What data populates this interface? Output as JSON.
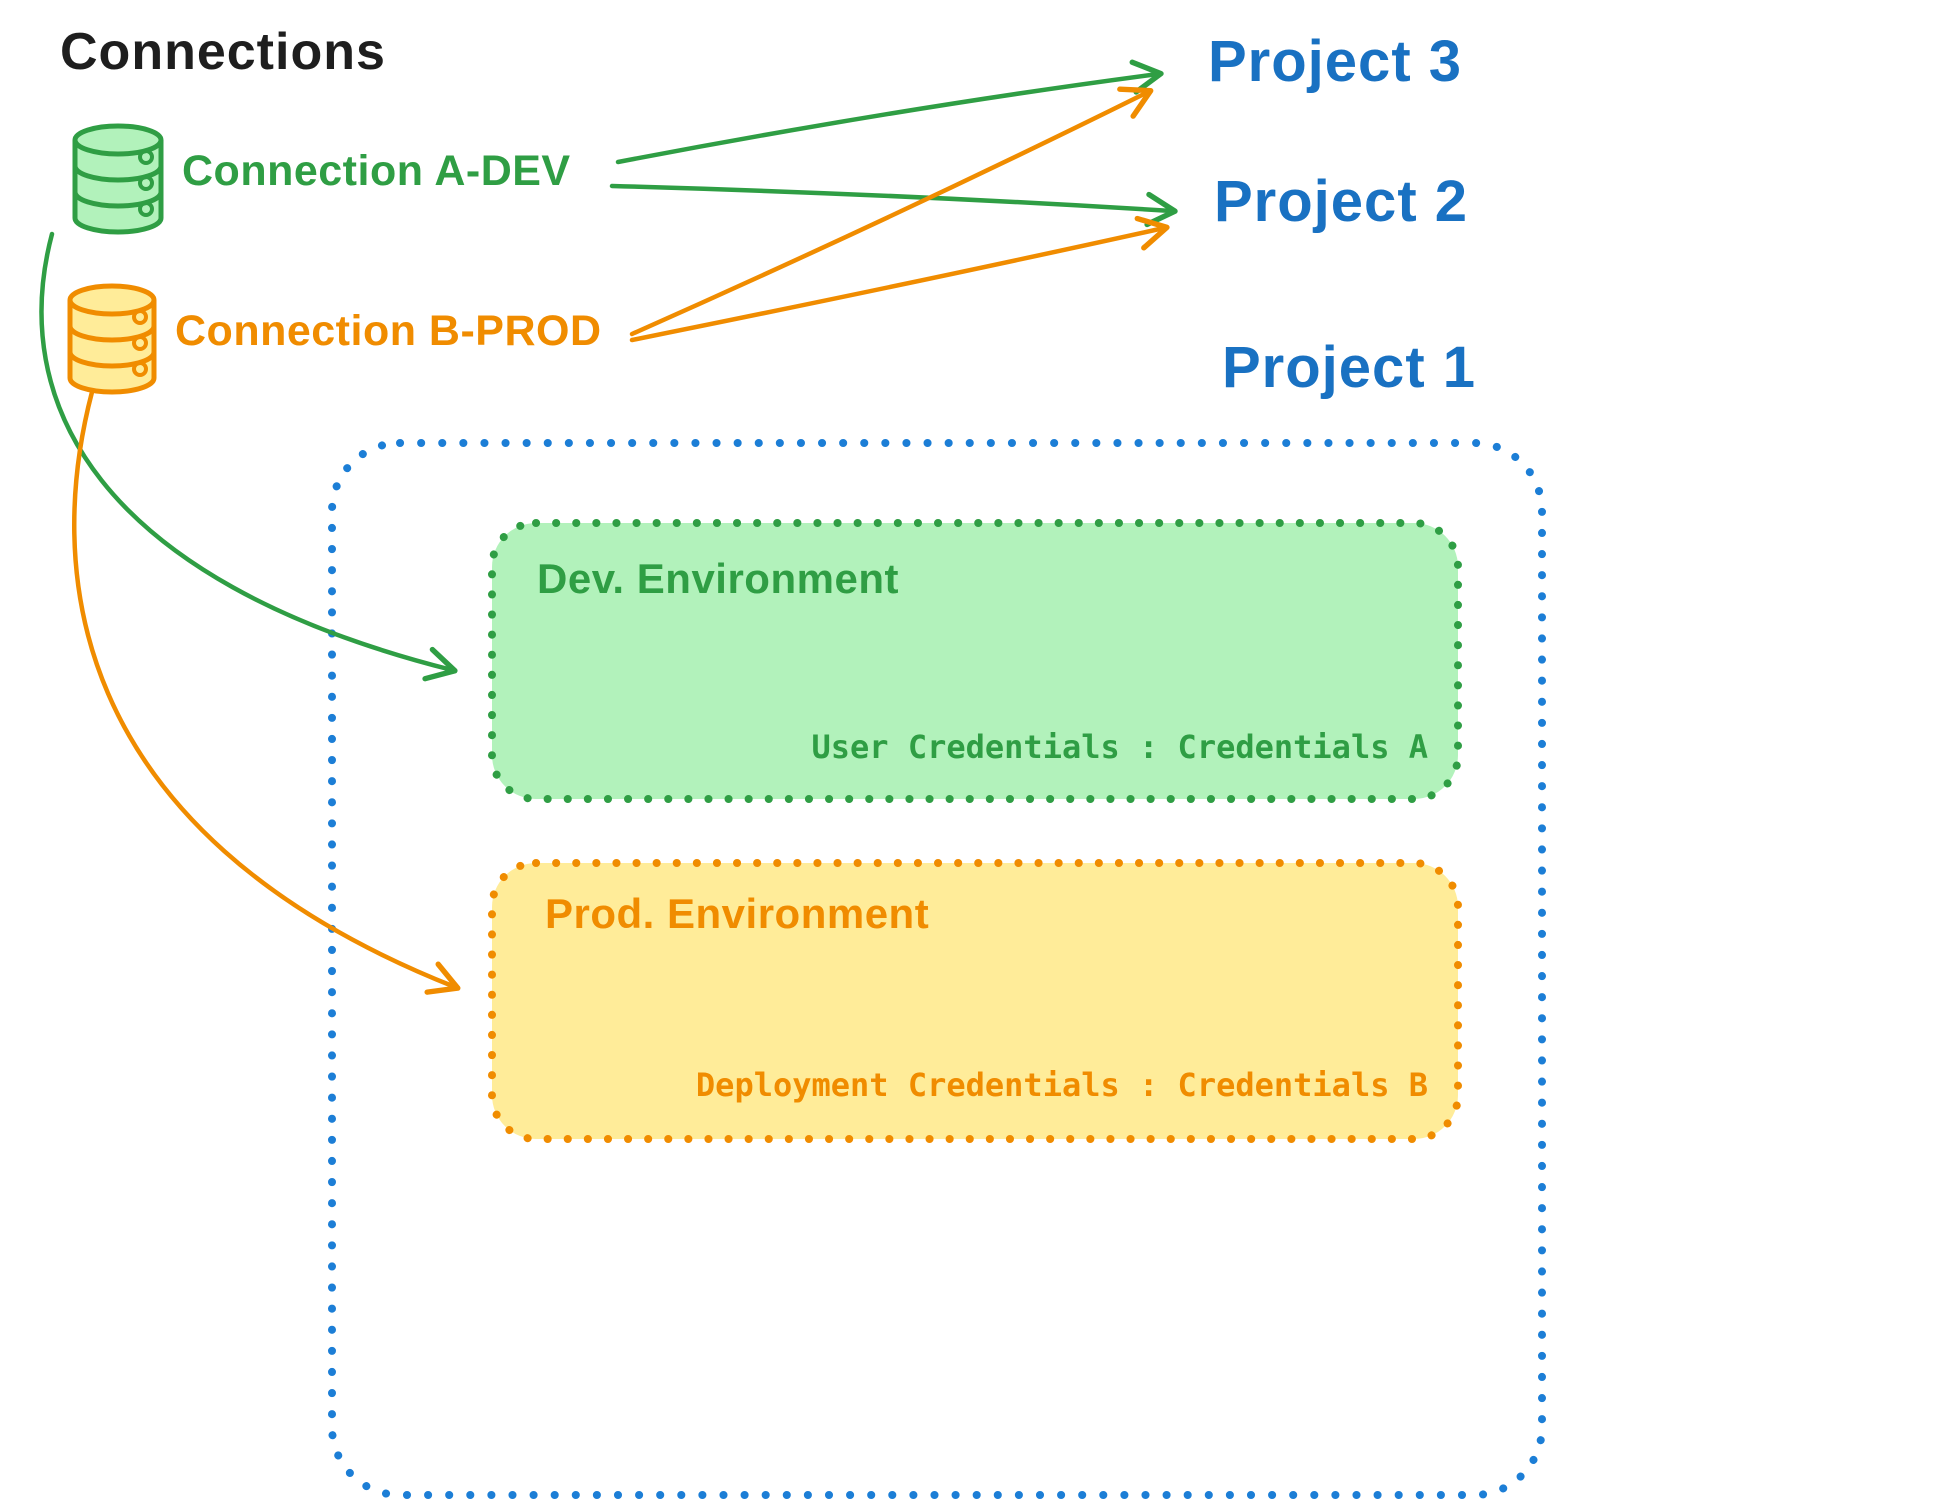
{
  "title": "Connections",
  "connections": {
    "dev": {
      "label": "Connection A-DEV",
      "color": "#2f9e44"
    },
    "prod": {
      "label": "Connection B-PROD",
      "color": "#f08c00"
    }
  },
  "projects": {
    "p3": {
      "label": "Project 3"
    },
    "p2": {
      "label": "Project 2"
    },
    "p1": {
      "label": "Project 1"
    },
    "color": "#1971c2"
  },
  "project1_box": {
    "border_color": "#1c7ed6",
    "dev_environment": {
      "title": "Dev. Environment",
      "credentials_label": "User Credentials : Credentials A",
      "border_color": "#2f9e44",
      "fill_color": "#b2f2bb"
    },
    "prod_environment": {
      "title": "Prod. Environment",
      "credentials_label": "Deployment Credentials : Credentials B",
      "border_color": "#f08c00",
      "fill_color": "#ffec99"
    }
  },
  "arrows": {
    "dev_to_project3": "green",
    "dev_to_project2": "green",
    "prod_to_project3": "orange",
    "prod_to_project2": "orange",
    "dev_to_dev_environment": "green",
    "prod_to_prod_environment": "orange"
  }
}
